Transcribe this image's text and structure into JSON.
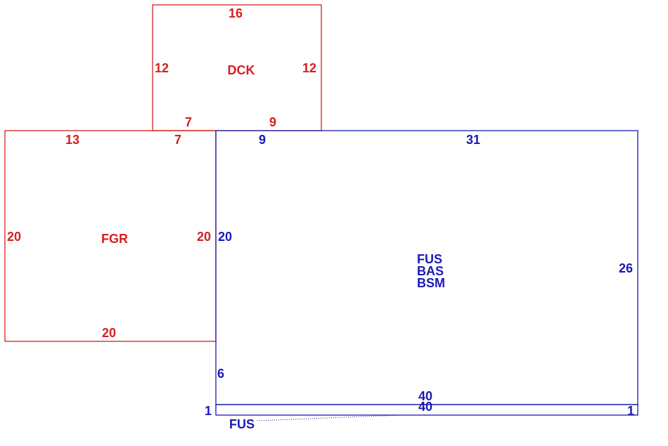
{
  "colors": {
    "red": "#d42020",
    "blue": "#1a1ab4"
  },
  "dck": {
    "code": "DCK",
    "top": "16",
    "left": "12",
    "right": "12",
    "bottom_left": "7",
    "bottom_right": "9"
  },
  "fgr": {
    "code": "FGR",
    "top_left": "13",
    "top_right": "7",
    "left": "20",
    "right": "20",
    "bottom": "20"
  },
  "main": {
    "codes": [
      "FUS",
      "BAS",
      "BSM"
    ],
    "top_left": "9",
    "top": "31",
    "left_upper": "20",
    "right": "26",
    "left_lower": "6",
    "bottom": "40"
  },
  "strip": {
    "top": "40",
    "left": "1",
    "right": "1",
    "code": "FUS"
  }
}
